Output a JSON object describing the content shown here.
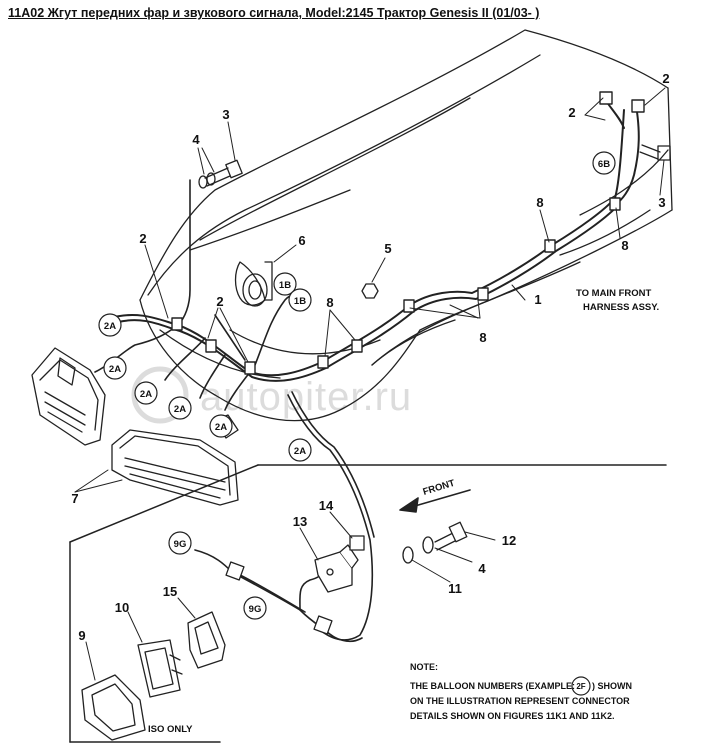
{
  "title": "11A02 Жгут передних фар и звукового сигнала, Model:2145 Трактор Genesis II (01/03- )",
  "watermark": "autopiter.ru",
  "direction_label": "FRONT",
  "main_harness_label": [
    "TO MAIN FRONT",
    "HARNESS ASSY."
  ],
  "iso_label": "ISO ONLY",
  "note": {
    "heading": "NOTE:",
    "line1_before": "THE BALLOON NUMBERS (EXAMPLE:",
    "example": "2F",
    "line1_after": ") SHOWN",
    "line2": "ON THE ILLUSTRATION REPRESENT CONNECTOR",
    "line3": "DETAILS SHOWN ON FIGURES 11K1 AND 11K2."
  },
  "callouts": {
    "c2a": "2",
    "c2b": "2",
    "c2c": "2",
    "c3a": "3",
    "c3b": "3",
    "c4a": "4",
    "c4b": "4",
    "c5": "5",
    "c6": "6",
    "c7": "7",
    "c8a": "8",
    "c8b": "8",
    "c8c": "8",
    "c8d": "8",
    "c1": "1",
    "c9": "9",
    "c10": "10",
    "c11": "11",
    "c12": "12",
    "c13": "13",
    "c14": "14",
    "c15": "15"
  },
  "balloons": {
    "b2a1": "2A",
    "b2a2": "2A",
    "b2a3": "2A",
    "b2a4": "2A",
    "b2a5": "2A",
    "b2a6": "2A",
    "b1b1": "1B",
    "b1b2": "1B",
    "b6b": "6B",
    "b9g1": "9G",
    "b9g2": "9G"
  }
}
